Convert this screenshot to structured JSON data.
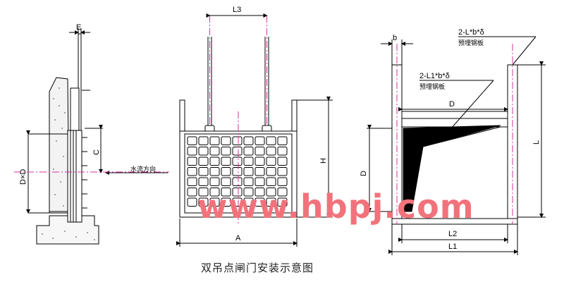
{
  "caption": "双吊点闸门安装示意图",
  "watermark": "www.hbpj.com",
  "colors": {
    "outline": "#000000",
    "centerline": "#d6339d",
    "hatch": "#888888",
    "watermark": "#f2727b"
  },
  "side_view": {
    "label_E": "E",
    "label_DxD": "D×D",
    "label_C": "C",
    "flow_label": "水流方向"
  },
  "front_view": {
    "label_L3": "L3",
    "label_H": "H",
    "label_A": "A"
  },
  "install_view": {
    "label_b": "b",
    "label_plate_top": "2-L*b*δ",
    "label_plate_top_cn": "预埋钢板",
    "label_plate_mid": "2-L1*b*δ",
    "label_plate_mid_cn": "预埋钢板",
    "label_D_top": "D",
    "label_D_side": "D",
    "label_L": "L",
    "label_L2": "L2",
    "label_L1": "L1"
  }
}
